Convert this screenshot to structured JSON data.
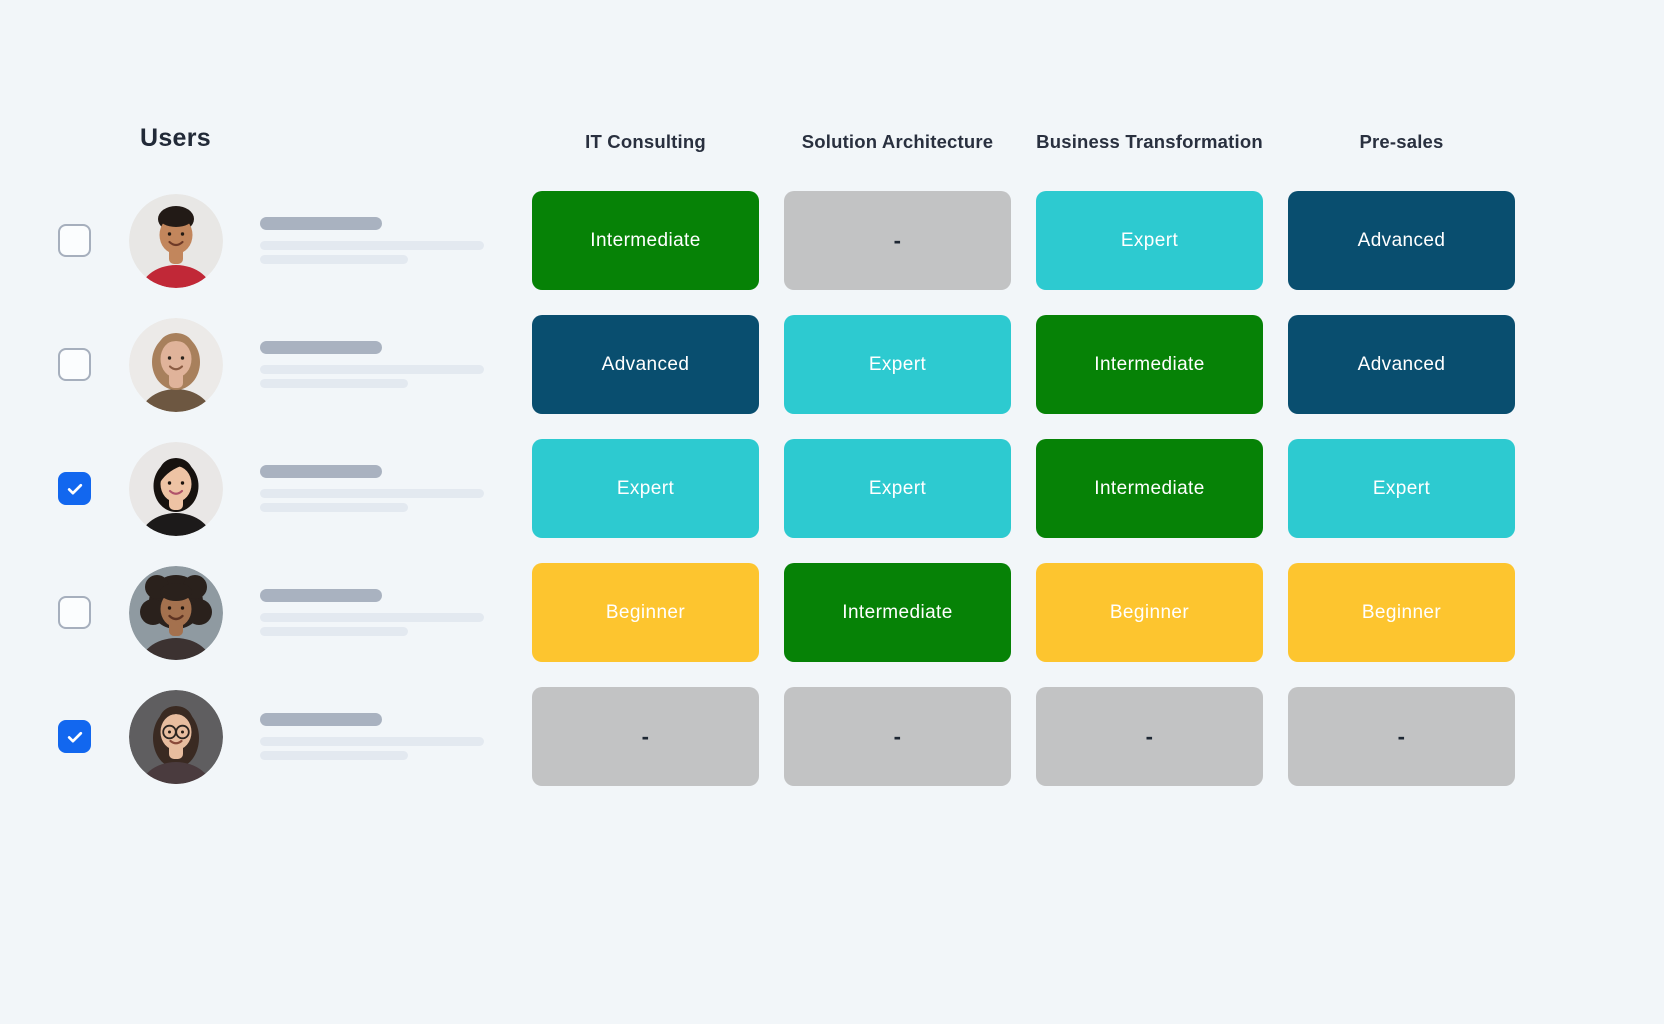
{
  "page": {
    "background": "#f2f6f9"
  },
  "users_panel": {
    "title": "Users"
  },
  "columns": [
    "IT Consulting",
    "Solution Architecture",
    "Business Transformation",
    "Pre-sales"
  ],
  "level_colors": {
    "beginner": "#fdc52f",
    "intermediate": "#068206",
    "advanced": "#094e6f",
    "expert": "#2dcad0",
    "empty": "#c2c3c4"
  },
  "checkbox_colors": {
    "checked": "#1267ef",
    "border": "#a6afbd"
  },
  "users": [
    {
      "checked": false,
      "avatar": {
        "description": "smiling-man-short-dark-hair-red-shirt",
        "bg": "#e8e7e5",
        "skin": "#c2865c",
        "hair": "#221a16",
        "shirt": "#c12837"
      },
      "skills": [
        {
          "label": "Intermediate",
          "level": "intermediate"
        },
        {
          "label": "-",
          "level": "empty"
        },
        {
          "label": "Expert",
          "level": "expert"
        },
        {
          "label": "Advanced",
          "level": "advanced"
        }
      ]
    },
    {
      "checked": false,
      "avatar": {
        "description": "man-long-light-brown-hair-brown-shirt",
        "bg": "#eceae8",
        "skin": "#e0b39a",
        "hair": "#a8805c",
        "shirt": "#6d5741"
      },
      "skills": [
        {
          "label": "Advanced",
          "level": "advanced"
        },
        {
          "label": "Expert",
          "level": "expert"
        },
        {
          "label": "Intermediate",
          "level": "intermediate"
        },
        {
          "label": "Advanced",
          "level": "advanced"
        }
      ]
    },
    {
      "checked": true,
      "avatar": {
        "description": "smiling-woman-black-bob-bangs-dark-top",
        "bg": "#e9e7e6",
        "skin": "#eec3a4",
        "hair": "#17120f",
        "shirt": "#1c1a1a"
      },
      "skills": [
        {
          "label": "Expert",
          "level": "expert"
        },
        {
          "label": "Expert",
          "level": "expert"
        },
        {
          "label": "Intermediate",
          "level": "intermediate"
        },
        {
          "label": "Expert",
          "level": "expert"
        }
      ]
    },
    {
      "checked": false,
      "avatar": {
        "description": "smiling-woman-dark-curly-afro-hair",
        "bg": "#8f9aa1",
        "skin": "#a4714e",
        "hair": "#2a211c",
        "shirt": "#3c3231"
      },
      "skills": [
        {
          "label": "Beginner",
          "level": "beginner"
        },
        {
          "label": "Intermediate",
          "level": "intermediate"
        },
        {
          "label": "Beginner",
          "level": "beginner"
        },
        {
          "label": "Beginner",
          "level": "beginner"
        }
      ]
    },
    {
      "checked": true,
      "avatar": {
        "description": "smiling-woman-glasses-long-dark-hair",
        "bg": "#5f5e60",
        "skin": "#e8bd9f",
        "hair": "#3a2a22",
        "shirt": "#4a3b3e"
      },
      "skills": [
        {
          "label": "-",
          "level": "empty"
        },
        {
          "label": "-",
          "level": "empty"
        },
        {
          "label": "-",
          "level": "empty"
        },
        {
          "label": "-",
          "level": "empty"
        }
      ]
    }
  ]
}
